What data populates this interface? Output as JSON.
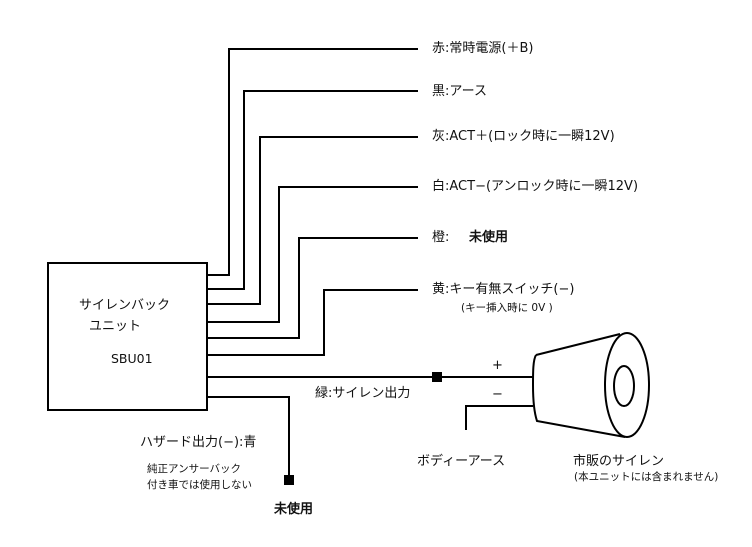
{
  "unit": {
    "name_line1": "サイレンバック",
    "name_line2": "ユニット",
    "model": "SBU01"
  },
  "wires": [
    {
      "id": "red",
      "color_name": "赤",
      "label": "赤:常時電源(＋B)",
      "wire_color": "#000000"
    },
    {
      "id": "black",
      "color_name": "黒",
      "label": "黒:アース",
      "wire_color": "#000000"
    },
    {
      "id": "gray",
      "color_name": "灰",
      "label": "灰:ACT＋(ロック時に一瞬12V)",
      "wire_color": "#000000"
    },
    {
      "id": "white",
      "color_name": "白",
      "label": "白:ACT−(アンロック時に一瞬12V)",
      "wire_color": "#000000"
    },
    {
      "id": "orange",
      "color_name": "橙",
      "label": "橙:",
      "status": "未使用",
      "wire_color": "#000000"
    },
    {
      "id": "yellow",
      "color_name": "黄",
      "label": "黄:キー有無スイッチ(−)",
      "note": "(キー挿入時に 0V )",
      "wire_color": "#000000"
    },
    {
      "id": "green",
      "color_name": "緑",
      "label": "緑:サイレン出力",
      "wire_color": "#000000"
    },
    {
      "id": "blue",
      "color_name": "青",
      "label": "ハザード出力(−):青",
      "note_line1": "純正アンサーバック",
      "note_line2": "付き車では使用しない",
      "status": "未使用",
      "wire_color": "#000000"
    }
  ],
  "siren": {
    "plus_label": "+",
    "minus_label": "−",
    "ground_label": "ボディーアース",
    "title": "市販のサイレン",
    "note": "(本ユニットには含まれません)"
  }
}
